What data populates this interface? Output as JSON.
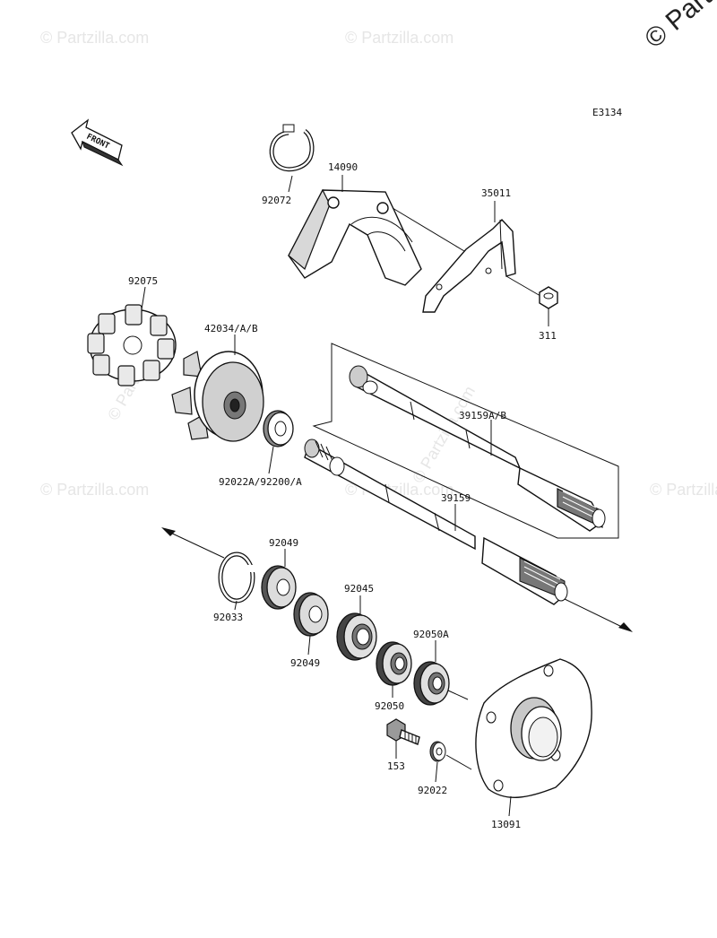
{
  "diagram_code": "E3134",
  "watermark": {
    "text": "© Partzilla.com",
    "corner_text": "© Partz"
  },
  "front_label": "FRONT",
  "parts": [
    {
      "number": "92072"
    },
    {
      "number": "14090"
    },
    {
      "number": "35011"
    },
    {
      "number": "311"
    },
    {
      "number": "92075"
    },
    {
      "number": "42034/A/B"
    },
    {
      "number": "39159A/B"
    },
    {
      "number": "92022A/92200/A"
    },
    {
      "number": "39159"
    },
    {
      "number": "92049"
    },
    {
      "number": "92033"
    },
    {
      "number": "92049"
    },
    {
      "number": "92045"
    },
    {
      "number": "92050A"
    },
    {
      "number": "92050"
    },
    {
      "number": "153"
    },
    {
      "number": "92022"
    },
    {
      "number": "13091"
    }
  ]
}
